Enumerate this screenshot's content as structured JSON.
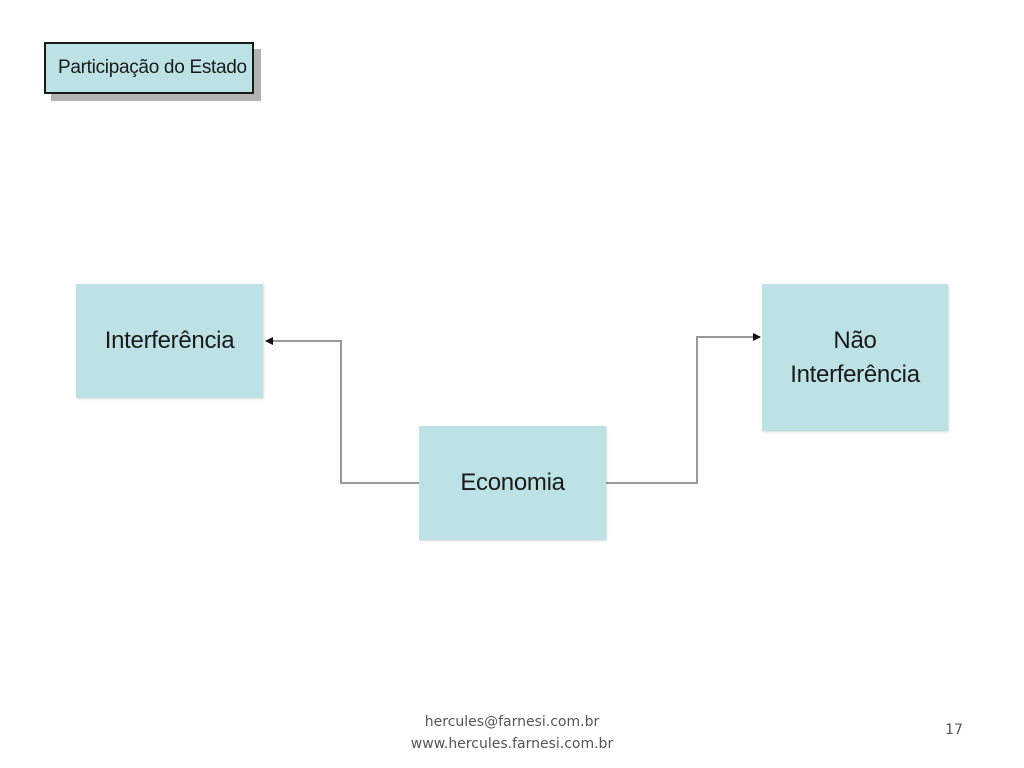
{
  "title": "Participação do Estado",
  "nodes": {
    "interferencia": "Interferência",
    "nao_interferencia": "Não\nInterferência",
    "economia": "Economia"
  },
  "footer": {
    "email": "hercules@farnesi.com.br",
    "website": "www.hercules.farnesi.com.br"
  },
  "page_number": "17",
  "colors": {
    "node_fill": "#bde2e6",
    "connector": "#999999",
    "arrowhead": "#111111"
  }
}
